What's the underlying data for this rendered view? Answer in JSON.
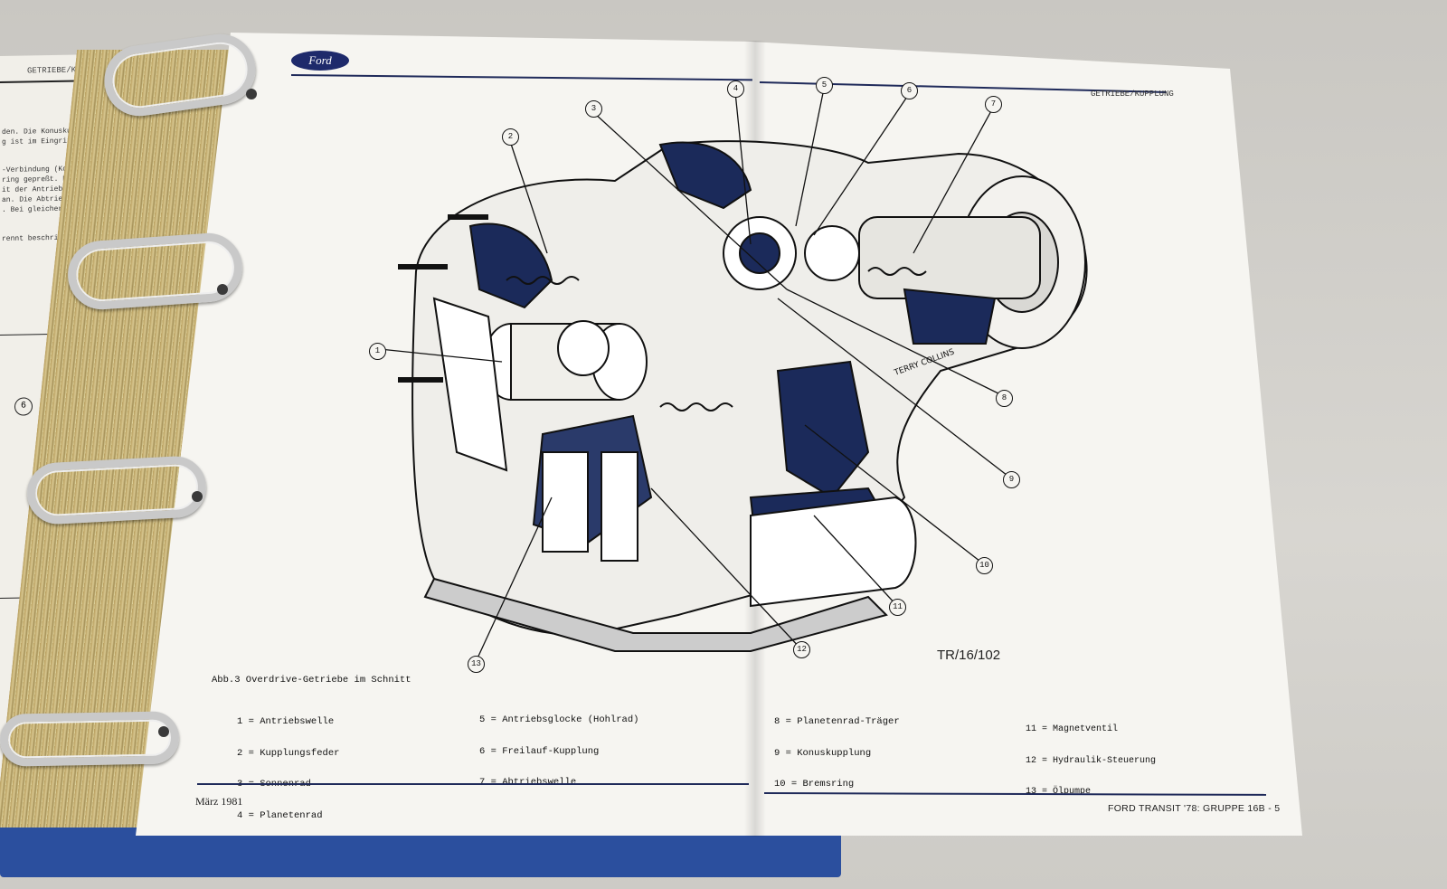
{
  "left_page": {
    "header": "GETRIEBE/KUPPLUNG",
    "text_lines": [
      "den. Die Konuskupplung",
      "g ist im Eingriff.",
      "",
      "-Verbindung (Konuskupp-",
      "ring gepreßt. Konuskupp-",
      "it der Antriebswelle,",
      "an. Die Abtriebswelle",
      ". Bei gleicher Fahr-",
      "",
      "rennt beschrieben."
    ],
    "callout": "6"
  },
  "header": {
    "logo_text": "Ford",
    "section": "GETRIEBE/KUPPLUNG"
  },
  "figure": {
    "code": "TR/16/102",
    "artist_signature": "TERRY COLLINS",
    "caption": "Abb.3 Overdrive-Getriebe im Schnitt",
    "callouts": [
      "1",
      "2",
      "3",
      "4",
      "5",
      "6",
      "7",
      "8",
      "9",
      "10",
      "11",
      "12",
      "13"
    ]
  },
  "legend": {
    "col1": [
      "1 = Antriebswelle",
      "2 = Kupplungsfeder",
      "3 = Sonnenrad",
      "4 = Planetenrad"
    ],
    "col2": [
      "5 = Antriebsglocke (Hohlrad)",
      "6 = Freilauf-Kupplung",
      "7 = Abtriebswelle"
    ],
    "col3": [
      "8 = Planetenrad-Träger",
      "9 = Konuskupplung",
      "10 = Bremsring"
    ],
    "col4": [
      "11 = Magnetventil",
      "12 = Hydraulik-Steuerung",
      "13 = Ölpumpe"
    ]
  },
  "footer": {
    "date": "März 1981",
    "page_ref": "FORD TRANSIT '78: GRUPPE 16B - 5"
  },
  "colors": {
    "ink": "#1f2a5a",
    "paper": "#f6f5f1",
    "binder": "#2b4f9e"
  }
}
